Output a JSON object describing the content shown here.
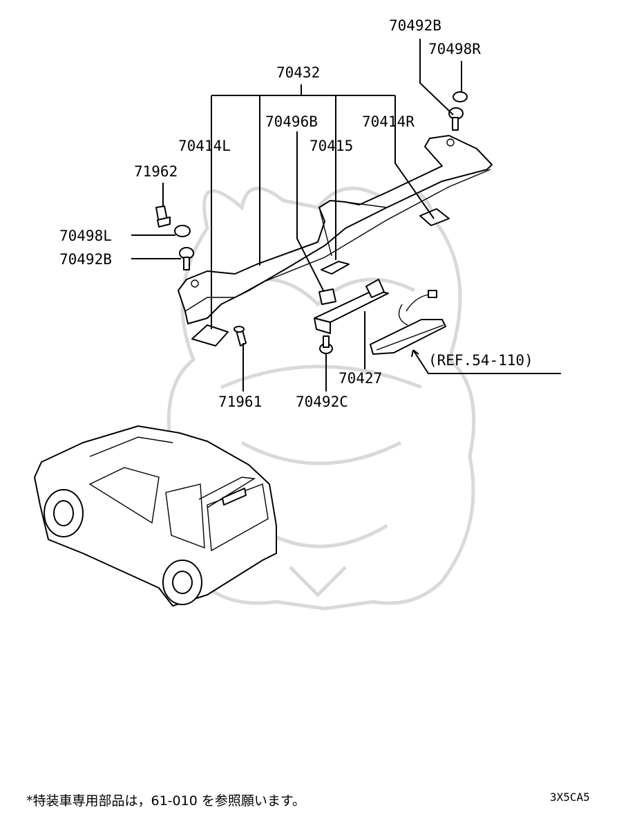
{
  "labels": {
    "p70492B_top": "70492B",
    "p70498R": "70498R",
    "p70432": "70432",
    "p70496B": "70496B",
    "p70414R": "70414R",
    "p70414L": "70414L",
    "p70415": "70415",
    "p71962": "71962",
    "p70498L": "70498L",
    "p70492B_left": "70492B",
    "p70427": "70427",
    "ref": "(REF.54-110)",
    "p71961": "71961",
    "p70492C": "70492C"
  },
  "footnote": "*特装車専用部品は，61-010 を参照願います。",
  "diagram_code": "3X5CA5"
}
